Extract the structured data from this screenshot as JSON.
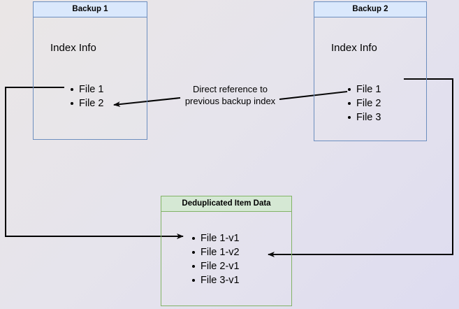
{
  "diagram": {
    "title_note": "Direct reference to previous backup index",
    "note_line_1": "Direct reference to",
    "note_line_2": "previous backup index",
    "colors": {
      "blue_fill": "#dae8fc",
      "blue_stroke": "#6c8ebf",
      "green_fill": "#d5e8d4",
      "green_stroke": "#82b366",
      "edge_stroke": "#000000",
      "background_start": "#eae6e6",
      "background_end": "#dedcf0"
    }
  },
  "backup1": {
    "header": "Backup 1",
    "section_label": "Index Info",
    "files": [
      "File 1",
      "File 2"
    ]
  },
  "backup2": {
    "header": "Backup 2",
    "section_label": "Index Info",
    "files": [
      "File 1",
      "File 2",
      "File 3"
    ]
  },
  "dedup": {
    "header": "Deduplicated Item Data",
    "items": [
      "File 1-v1",
      "File 1-v2",
      "File 2-v1",
      "File 3-v1"
    ]
  }
}
